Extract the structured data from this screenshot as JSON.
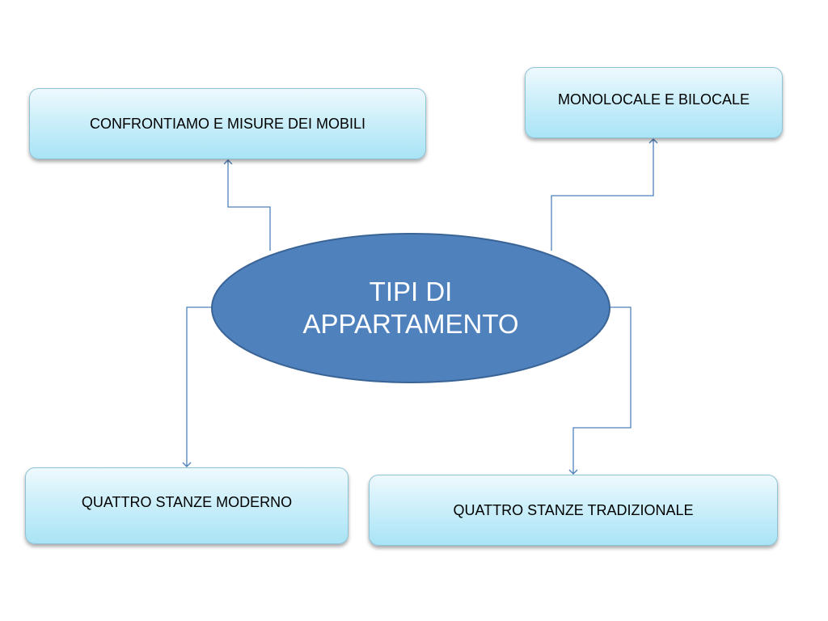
{
  "diagram": {
    "center": {
      "line1": "TIPI DI",
      "line2": "APPARTAMENTO"
    },
    "nodes": {
      "confrontiamo": "CONFRONTIAMO E MISURE DEI MOBILI",
      "monolocale": "MONOLOCALE E BILOCALE",
      "moderno": "QUATTRO STANZE MODERNO",
      "tradizionale": "QUATTRO STANZE TRADIZIONALE"
    },
    "colors": {
      "ellipse_fill": "#4f81bd",
      "ellipse_stroke": "#3a6496",
      "connector": "#4f81bd",
      "box_top": "#eef9fd",
      "box_bottom": "#a9e4f6"
    }
  }
}
